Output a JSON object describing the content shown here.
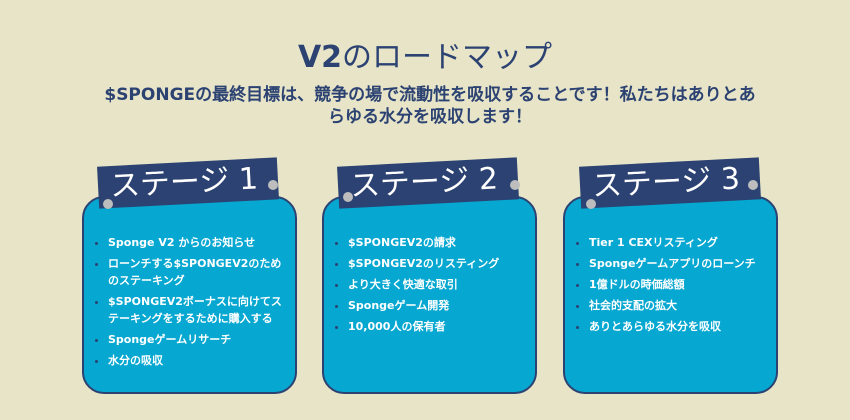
{
  "header": {
    "title_bold": "V2",
    "title_rest": "のロードマップ",
    "subtitle": "$SPONGEの最終目標は、競争の場で流動性を吸収することです！私たちはありとあらゆる水分を吸収します！"
  },
  "stages": [
    {
      "label": "ステージ 1",
      "items": [
        "Sponge V2 からのお知らせ",
        "ローンチする$SPONGEV2のためのステーキング",
        "$SPONGEV2ボーナスに向けてステーキングをするために購入する",
        "Spongeゲームリサーチ",
        "水分の吸収"
      ]
    },
    {
      "label": "ステージ 2",
      "items": [
        "$SPONGEV2の請求",
        "$SPONGEV2のリスティング",
        "より大きく快適な取引",
        "Spongeゲーム開発",
        "10,000人の保有者"
      ]
    },
    {
      "label": "ステージ 3",
      "items": [
        "Tier 1 CEXリスティング",
        "Spongeゲームアプリのローンチ",
        "1億ドルの時価総額",
        "社会的支配の拡大",
        "ありとあらゆる水分を吸収"
      ]
    }
  ],
  "colors": {
    "background": "#e7e4c7",
    "card": "#06a7d0",
    "navy": "#2b4272"
  }
}
